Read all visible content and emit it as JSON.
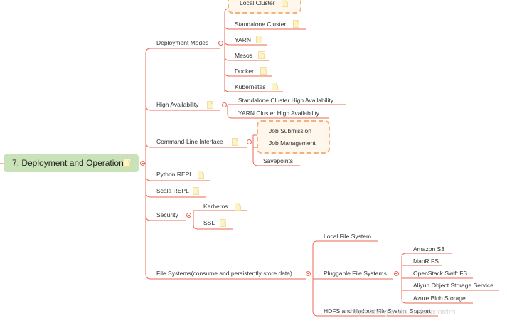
{
  "root": {
    "label": "7. Deployment and Operations"
  },
  "branches": [
    {
      "label": "Deployment Modes",
      "children": [
        "Local Cluster",
        "Standalone Cluster",
        "YARN",
        "Mesos",
        "Docker",
        "Kubernetes"
      ]
    },
    {
      "label": "High Availability",
      "children": [
        "Standalone Cluster High Availability",
        "YARN Cluster High Availability"
      ]
    },
    {
      "label": "Command-Line Interface",
      "children": [
        "Job Submission",
        "Job Management",
        "Savepoints"
      ]
    },
    {
      "label": "Python REPL",
      "children": []
    },
    {
      "label": "Scala REPL",
      "children": []
    },
    {
      "label": "Security",
      "children": [
        "Kerberos",
        "SSL"
      ]
    },
    {
      "label": "File Systems(consume and persistently store data)",
      "children": [
        {
          "label": "Local File System"
        },
        {
          "label": "Pluggable File Systems",
          "children": [
            "Amazon S3",
            "MapR FS",
            "OpenStack Swift FS",
            "Aliyun Object Storage Service",
            "Azure Blob Storage"
          ]
        },
        {
          "label": "HDFS and Hadoop File System Support"
        }
      ]
    }
  ],
  "watermark": "https://blog.csdn.net/wuxintdrh",
  "colors": {
    "line": "#e86a52",
    "root_fill": "#c9e2b8",
    "selection": "#f0b37d"
  }
}
